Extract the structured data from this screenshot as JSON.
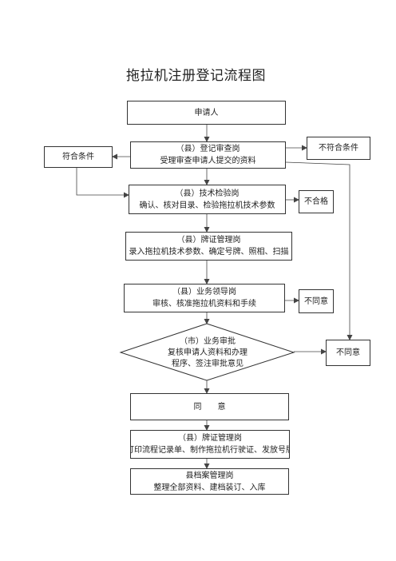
{
  "title": "拖拉机注册登记流程图",
  "steps": {
    "apply": "申请人",
    "register_review": [
      "（县）登记审查岗",
      "受理审查申请人提交的资料"
    ],
    "tech_inspect": [
      "（县）技术检验岗",
      "确认、核对目录、检验拖拉机技术参数"
    ],
    "plate_mgmt_1": [
      "（县）牌证管理岗",
      "录入拖拉机技术参数、确定号牌、照相、扫描"
    ],
    "leader": [
      "（县）业务领导岗",
      "审核、核准拖拉机资料和手续"
    ],
    "city_approval": [
      "（市）业务审批",
      "复核申请人资料和办理",
      "程序、签注审批意见"
    ],
    "agree": "同　　意",
    "plate_mgmt_2": [
      "（县）牌证管理岗",
      "打印流程记录单、制作拖拉机行驶证、发放号牌"
    ],
    "archive": [
      "县档案管理岗",
      "整理全部资料、建档装订、入库"
    ]
  },
  "side": {
    "meets": "符合条件",
    "not_meet": "不符合条件",
    "fail": "不合格",
    "disagree_1": "不同意",
    "disagree_2": "不同意"
  }
}
